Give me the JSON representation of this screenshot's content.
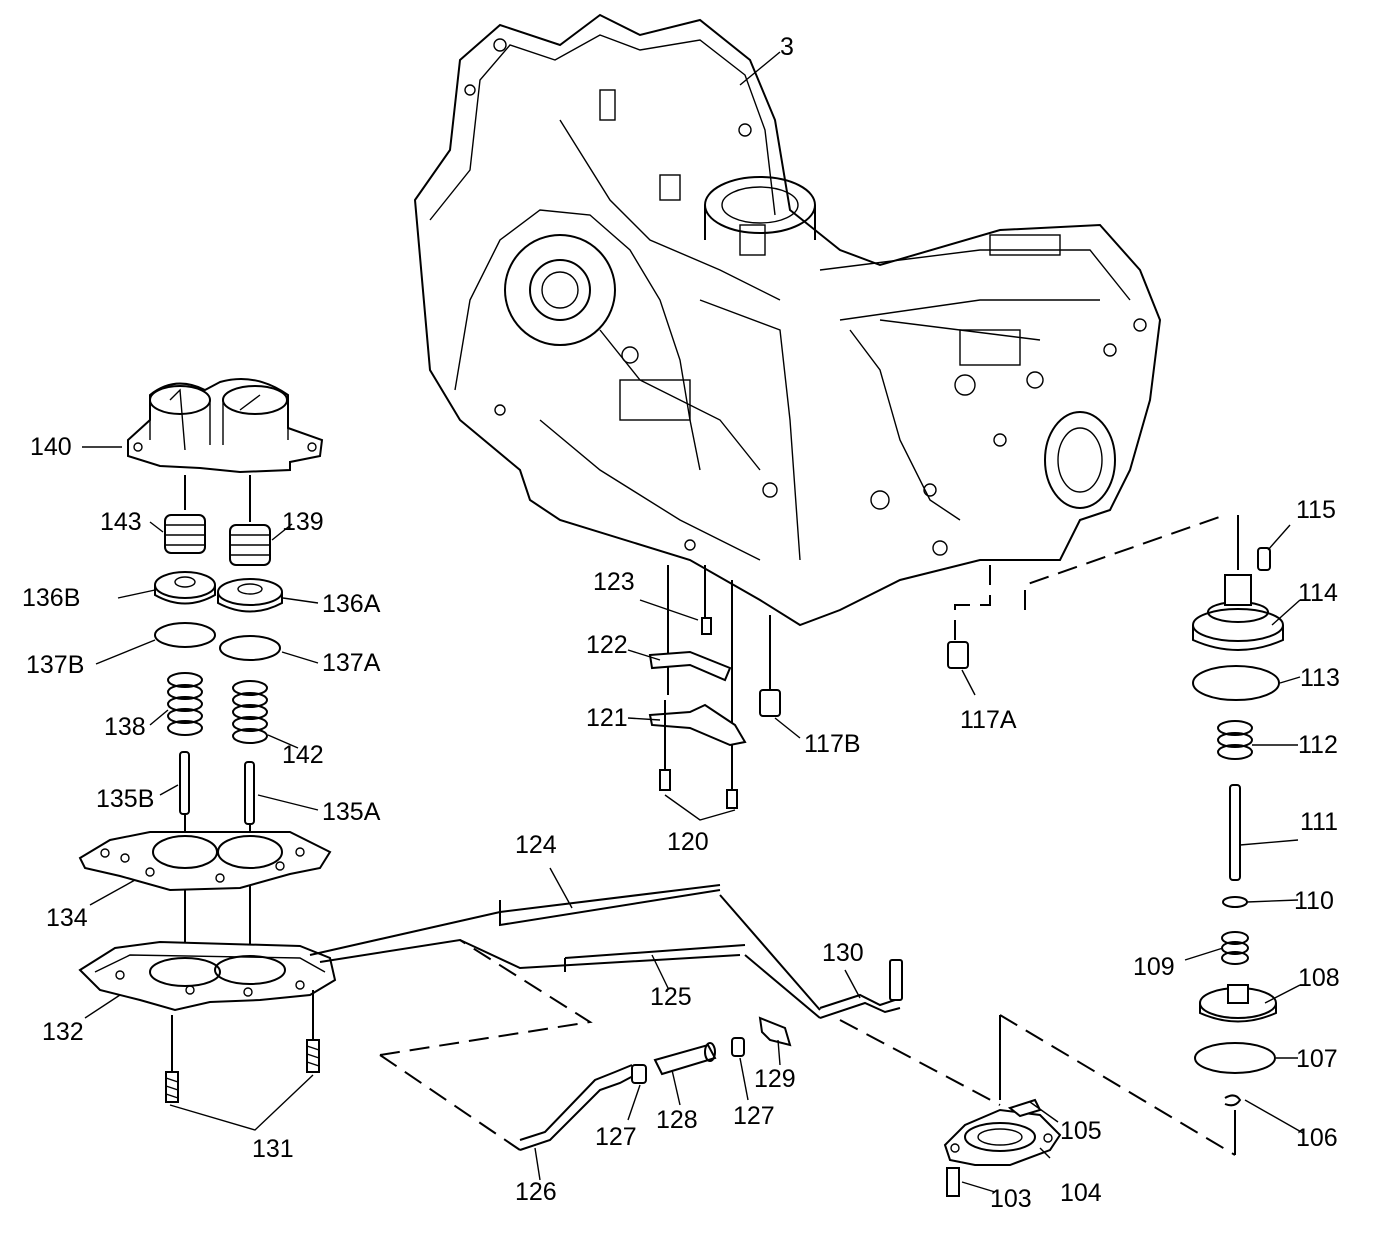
{
  "diagram": {
    "callouts": {
      "c3": "3",
      "c103": "103",
      "c104": "104",
      "c105": "105",
      "c106": "106",
      "c107": "107",
      "c108": "108",
      "c109": "109",
      "c110": "110",
      "c111": "111",
      "c112": "112",
      "c113": "113",
      "c114": "114",
      "c115": "115",
      "c117A": "117A",
      "c117B": "117B",
      "c120": "120",
      "c121": "121",
      "c122": "122",
      "c123": "123",
      "c124": "124",
      "c125": "125",
      "c126": "126",
      "c127a": "127",
      "c127b": "127",
      "c128": "128",
      "c129": "129",
      "c130": "130",
      "c131": "131",
      "c132": "132",
      "c134": "134",
      "c135A": "135A",
      "c135B": "135B",
      "c136A": "136A",
      "c136B": "136B",
      "c137A": "137A",
      "c137B": "137B",
      "c138": "138",
      "c139": "139",
      "c140": "140",
      "c142": "142",
      "c143": "143"
    }
  }
}
